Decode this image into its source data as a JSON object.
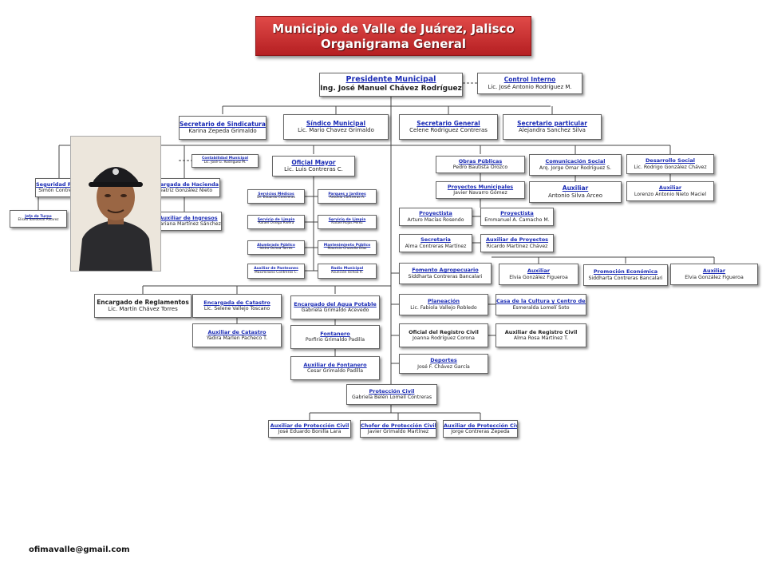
{
  "header": {
    "title_line1": "Municipio de Valle de Juárez, Jalisco",
    "title_line2": "Organigrama General"
  },
  "photo": {
    "icon": "person-photo"
  },
  "footer": {
    "email": "ofimavalle@gmail.com"
  },
  "colors": {
    "banner": "#c62a2c",
    "link": "#1a2bb5",
    "line": "#444444"
  },
  "nodes": {
    "presidente": {
      "title": "Presidente Municipal",
      "name": "Ing. José Manuel Chávez Rodríguez"
    },
    "control": {
      "title": "Control Interno",
      "name": "Lic. José Antonio Rodríguez M."
    },
    "sindicatura": {
      "title": "Secretario de Sindicatura",
      "name": "Karina Zepeda Grimaldo"
    },
    "sindico": {
      "title": "Síndico Municipal",
      "name": "Lic. Mario Chavez Grimaldo"
    },
    "secgeneral": {
      "title": "Secretario General",
      "name": "Celene Rodriguez Contreras"
    },
    "secparticular": {
      "title": "Secretario particular",
      "name": "Alejandra Sanchez Silva"
    },
    "contabilidad": {
      "title": "Contabilidad Municipal",
      "name": "Lic. José G. Rodríguez M."
    },
    "seguridad": {
      "title": "Seguridad Pública",
      "name": "Simón Contreras"
    },
    "jefeturno": {
      "title": "Jefe de Turno",
      "name": "Eliseo Sandoval Álvarez"
    },
    "hacienda": {
      "title": "Encargada de Hacienda",
      "name": "Beatriz González Nieto"
    },
    "ingresos": {
      "title": "Auxiliar de Ingresos",
      "name": "Mariana Martínez Sánchez"
    },
    "oficialmayor": {
      "title": "Oficial Mayor",
      "name": "Lic. Luis Contreras C."
    },
    "servmedicos": {
      "title": "Servicios Médicos",
      "name": "Dr. Eduardo Contreras"
    },
    "parques": {
      "title": "Parques y Jardines",
      "name": "Antonio Contreras A."
    },
    "aseo1": {
      "title": "Servicio de Limpia",
      "name": "Rafael Ortega Rivera"
    },
    "aseo2": {
      "title": "Servicio de Limpia",
      "name": "Rafael Rojas Pérez"
    },
    "alumbrado": {
      "title": "Alumbrado Público",
      "name": "Isidro Ochoa Torres"
    },
    "mantenimiento": {
      "title": "Mantenimiento Público",
      "name": "Mauricio Chavolla Díaz"
    },
    "panteones": {
      "title": "Auxiliar de Panteones",
      "name": "Maximiliano Contreras C."
    },
    "radio": {
      "title": "Radio Municipal",
      "name": "Asunción Ochoa R."
    },
    "obras": {
      "title": "Obras Públicas",
      "name": "Pedro Bautista Orozco"
    },
    "proyectosmun": {
      "title": "Proyectos Municipales",
      "name": "Javier Navarro Gómez"
    },
    "proyectista1": {
      "title": "Proyectista",
      "name": "Arturo Macías Rosendo"
    },
    "proyectista2": {
      "title": "Proyectista",
      "name": "Emmanuel A. Camacho M."
    },
    "secproy": {
      "title": "Secretaria",
      "name": "Alma Contreras Martínez"
    },
    "auxproy": {
      "title": "Auxiliar de Proyectos",
      "name": "Ricardo Martínez Chávez"
    },
    "comsocial": {
      "title": "Comunicación Social",
      "name": "Arq. Jorge Omar Rodríguez S."
    },
    "auxcom": {
      "title": "Auxiliar",
      "name": "Antonio Silva Arceo"
    },
    "dessocial": {
      "title": "Desarrollo Social",
      "name": "Lic. Rodrigo González Chávez"
    },
    "auxdes": {
      "title": "Auxiliar",
      "name": "Lorenzo Antonio Nieto Maciel"
    },
    "fomento": {
      "title": "Fomento Agropecuario",
      "name": "Siddharta Contreras Bancalari"
    },
    "auxfomento": {
      "title": "Auxiliar",
      "name": "Elvia González Figueroa"
    },
    "promocion": {
      "title": "Promoción Económica",
      "name": "Siddharta Contreras Bancalari"
    },
    "auxpromo": {
      "title": "Auxiliar",
      "name": "Elvia González Figueroa"
    },
    "reglamentos": {
      "title": "Encargado de Reglamentos",
      "name": "Lic. Martín Chávez Torres"
    },
    "catastro": {
      "title": "Encargada de Catastro",
      "name": "Lic. Selene Vallejo Toscano"
    },
    "auxcatastro": {
      "title": "Auxiliar de Catastro",
      "name": "Yadira Marlen Pacheco T."
    },
    "agua": {
      "title": "Encargado del Agua Potable",
      "name": "Gabriela Grimaldo Acevedo"
    },
    "fontanero": {
      "title": "Fontanero",
      "name": "Porfirio Grimaldo Padilla"
    },
    "auxfont": {
      "title": "Auxiliar de Fontanero",
      "name": "Cesar Grimaldo Padilla"
    },
    "planeacion": {
      "title": "Planeación",
      "name": "Lic. Fabiola Vallejo Robledo"
    },
    "cultura": {
      "title": "Casa de la Cultura y Centro de Día",
      "name": "Esmeralda Lomelí Soto"
    },
    "registro": {
      "title": "Oficial del Registro Civil",
      "name": "Joanna Rodríguez Corona"
    },
    "auxregistro": {
      "title": "Auxiliar de Registro Civil",
      "name": "Alma Rosa Martínez T."
    },
    "deportes": {
      "title": "Deportes",
      "name": "José F. Chávez García"
    },
    "proteccion": {
      "title": "Protección Civil",
      "name": "Gabriela Belén Lomelí Contreras"
    },
    "auxpc1": {
      "title": "Auxiliar de Protección Civil",
      "name": "José Eduardo Bonilla Lara"
    },
    "choferpc": {
      "title": "Chofer de Protección Civil",
      "name": "Javier Grimaldo Martínez"
    },
    "auxpc2": {
      "title": "Auxiliar de Protección Civil",
      "name": "Jorge Contreras Zepeda"
    }
  }
}
